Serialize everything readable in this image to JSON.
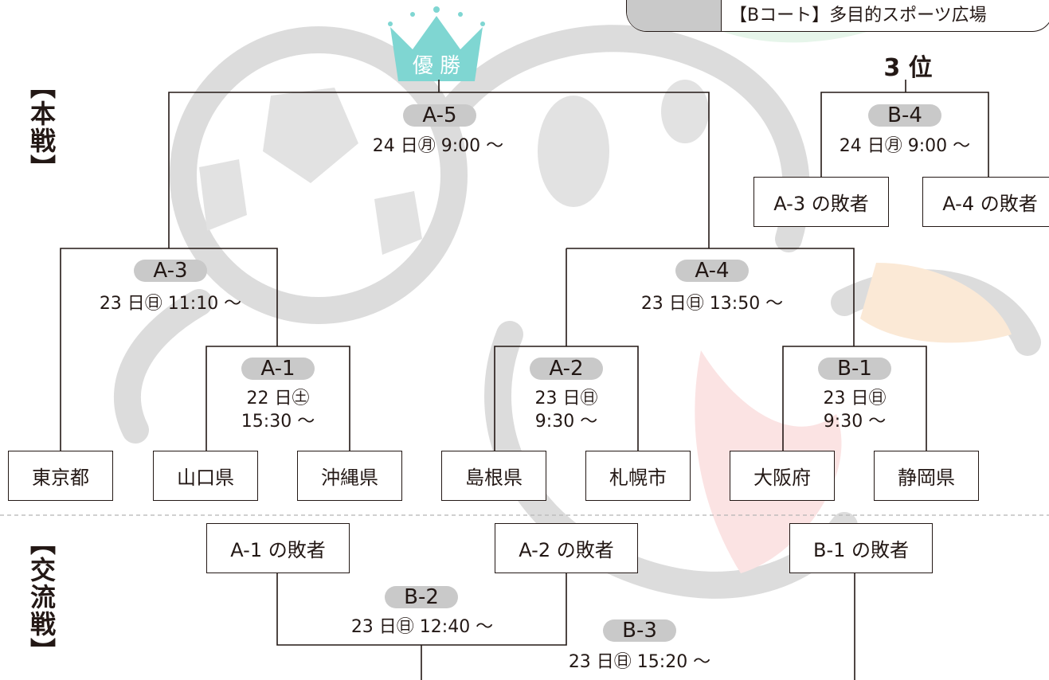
{
  "court": {
    "label": "【Bコート】多目的スポーツ広場"
  },
  "sections": {
    "main": "【本戦】",
    "exchange": "【交流戦】"
  },
  "champion": {
    "label": "優 勝"
  },
  "third_place": {
    "label": "3 位"
  },
  "matches": {
    "a5": {
      "id": "A-5",
      "schedule": "24 日㊊  9:00 ～"
    },
    "a3": {
      "id": "A-3",
      "schedule": "23 日㊐  11:10 ～"
    },
    "a4": {
      "id": "A-4",
      "schedule": "23 日㊐ 13:50 ～"
    },
    "a1": {
      "id": "A-1",
      "date": "22 日㊏",
      "time": "15:30 ～"
    },
    "a2": {
      "id": "A-2",
      "date": "23 日㊐",
      "time": "9:30 ～"
    },
    "b1": {
      "id": "B-1",
      "date": "23 日㊐",
      "time": "9:30 ～"
    },
    "b4": {
      "id": "B-4",
      "schedule": "24 日㊊  9:00 ～"
    },
    "b2": {
      "id": "B-2",
      "schedule": "23 日㊐  12:40 ～"
    },
    "b3": {
      "id": "B-3",
      "schedule": "23 日㊐  15:20 ～"
    }
  },
  "teams": {
    "tokyo": "東京都",
    "yamaguchi": "山口県",
    "okinawa": "沖縄県",
    "shimane": "島根県",
    "sapporo": "札幌市",
    "osaka": "大阪府",
    "shizuoka": "静岡県",
    "a3_loser": "A-3 の敗者",
    "a4_loser": "A-4 の敗者",
    "a1_loser": "A-1 の敗者",
    "a2_loser": "A-2 の敗者",
    "b1_loser": "B-1 の敗者"
  },
  "colors": {
    "line": "#231815",
    "pill": "#c9c9c9",
    "crown": "#7fd6d2",
    "watermark": "#dcdcdc"
  }
}
